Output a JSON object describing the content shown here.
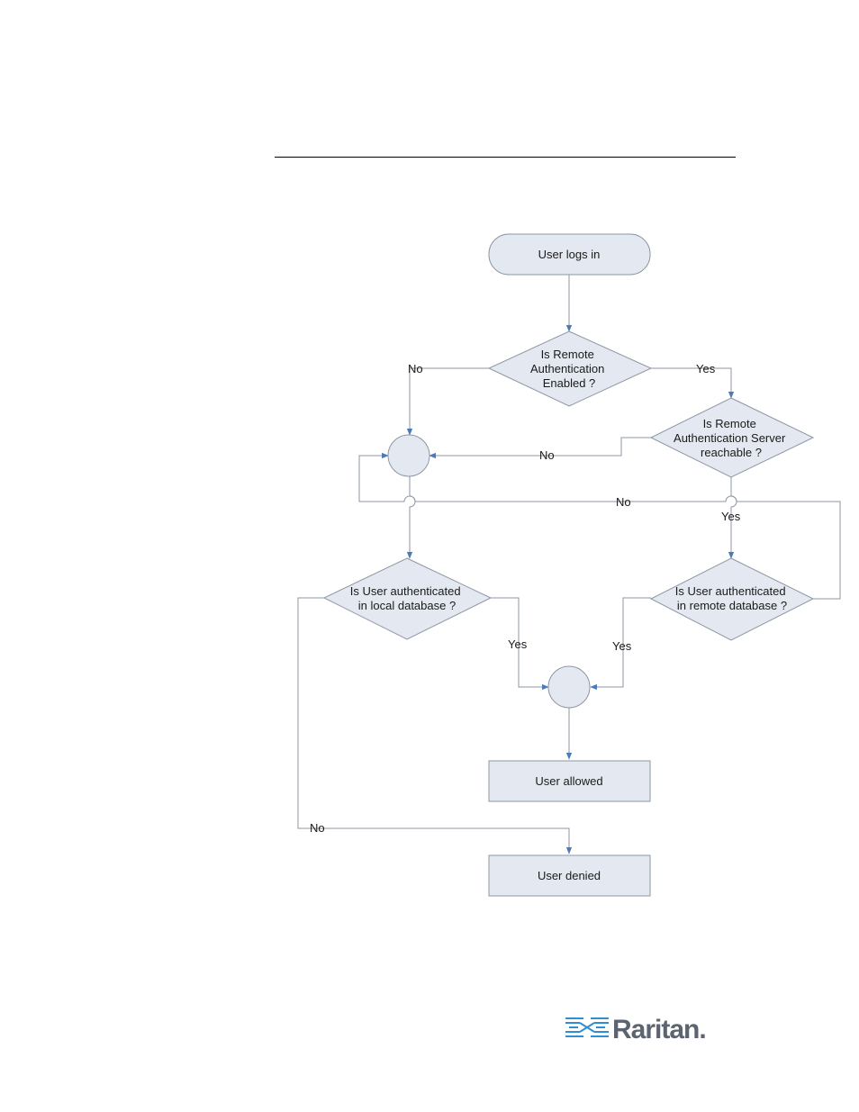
{
  "nodes": {
    "start": "User logs in",
    "remote_enabled": [
      "Is Remote",
      "Authentication",
      "Enabled ?"
    ],
    "server_reachable": [
      "Is Remote",
      "Authentication Server",
      "reachable ?"
    ],
    "local_auth": [
      "Is User authenticated",
      "in local database ?"
    ],
    "remote_auth": [
      "Is User authenticated",
      "in remote database ?"
    ],
    "allowed": "User allowed",
    "denied": "User denied"
  },
  "edge_labels": {
    "enabled_no": "No",
    "enabled_yes": "Yes",
    "reachable_no": "No",
    "remote_auth_no": "No",
    "reachable_yes": "Yes",
    "local_yes": "Yes",
    "remote_yes": "Yes",
    "local_no": "No"
  },
  "logo": {
    "text": "Raritan",
    "suffix": ".",
    "color": "#5b6470",
    "mark_color": "#2f8fd0"
  }
}
